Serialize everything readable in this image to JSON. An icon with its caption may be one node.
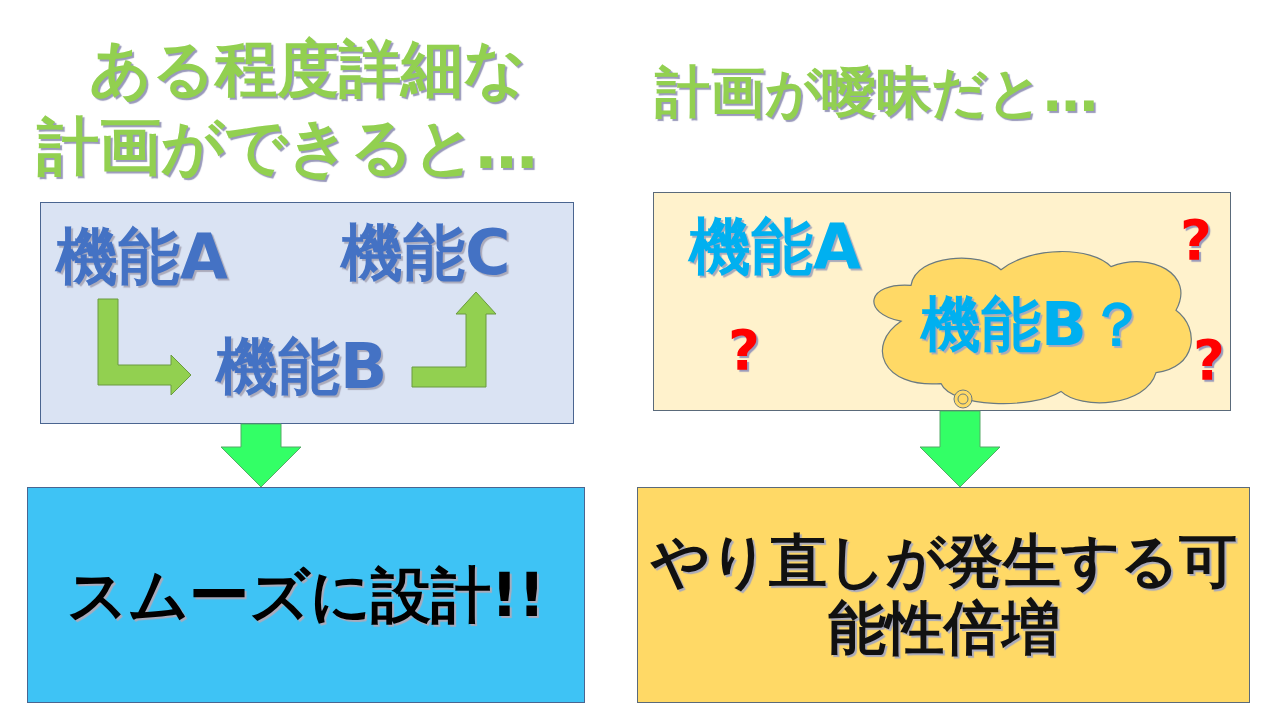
{
  "diagram": {
    "nodes": [
      {
        "text": [],
        "shape": "box"
      },
      {
        "text": [
          "機能A"
        ],
        "in": 0
      },
      {
        "text": [
          "機能C"
        ],
        "in": 0
      },
      {
        "text": [
          "機能B"
        ],
        "in": 0
      },
      {
        "text": [
          "スムーズに設計!!"
        ]
      },
      {
        "text": [],
        "shape": "box"
      },
      {
        "text": [
          "機能A"
        ],
        "in": 5
      },
      {
        "text": [
          "機能B？"
        ],
        "in": 5
      },
      {
        "text": [
          "やり直しが発生する可能性倍増"
        ]
      }
    ],
    "edges": [
      {
        "from": 1,
        "to": 3,
        "arrow": "to"
      },
      {
        "from": 3,
        "to": 2,
        "arrow": "to"
      },
      {
        "from": 0,
        "to": 4,
        "arrow": "to"
      },
      {
        "from": 5,
        "to": 8,
        "arrow": "to"
      }
    ],
    "labels": [
      "ある程度詳細な計画ができると…",
      "計画が曖昧だと…",
      "?",
      "?",
      "?"
    ]
  }
}
